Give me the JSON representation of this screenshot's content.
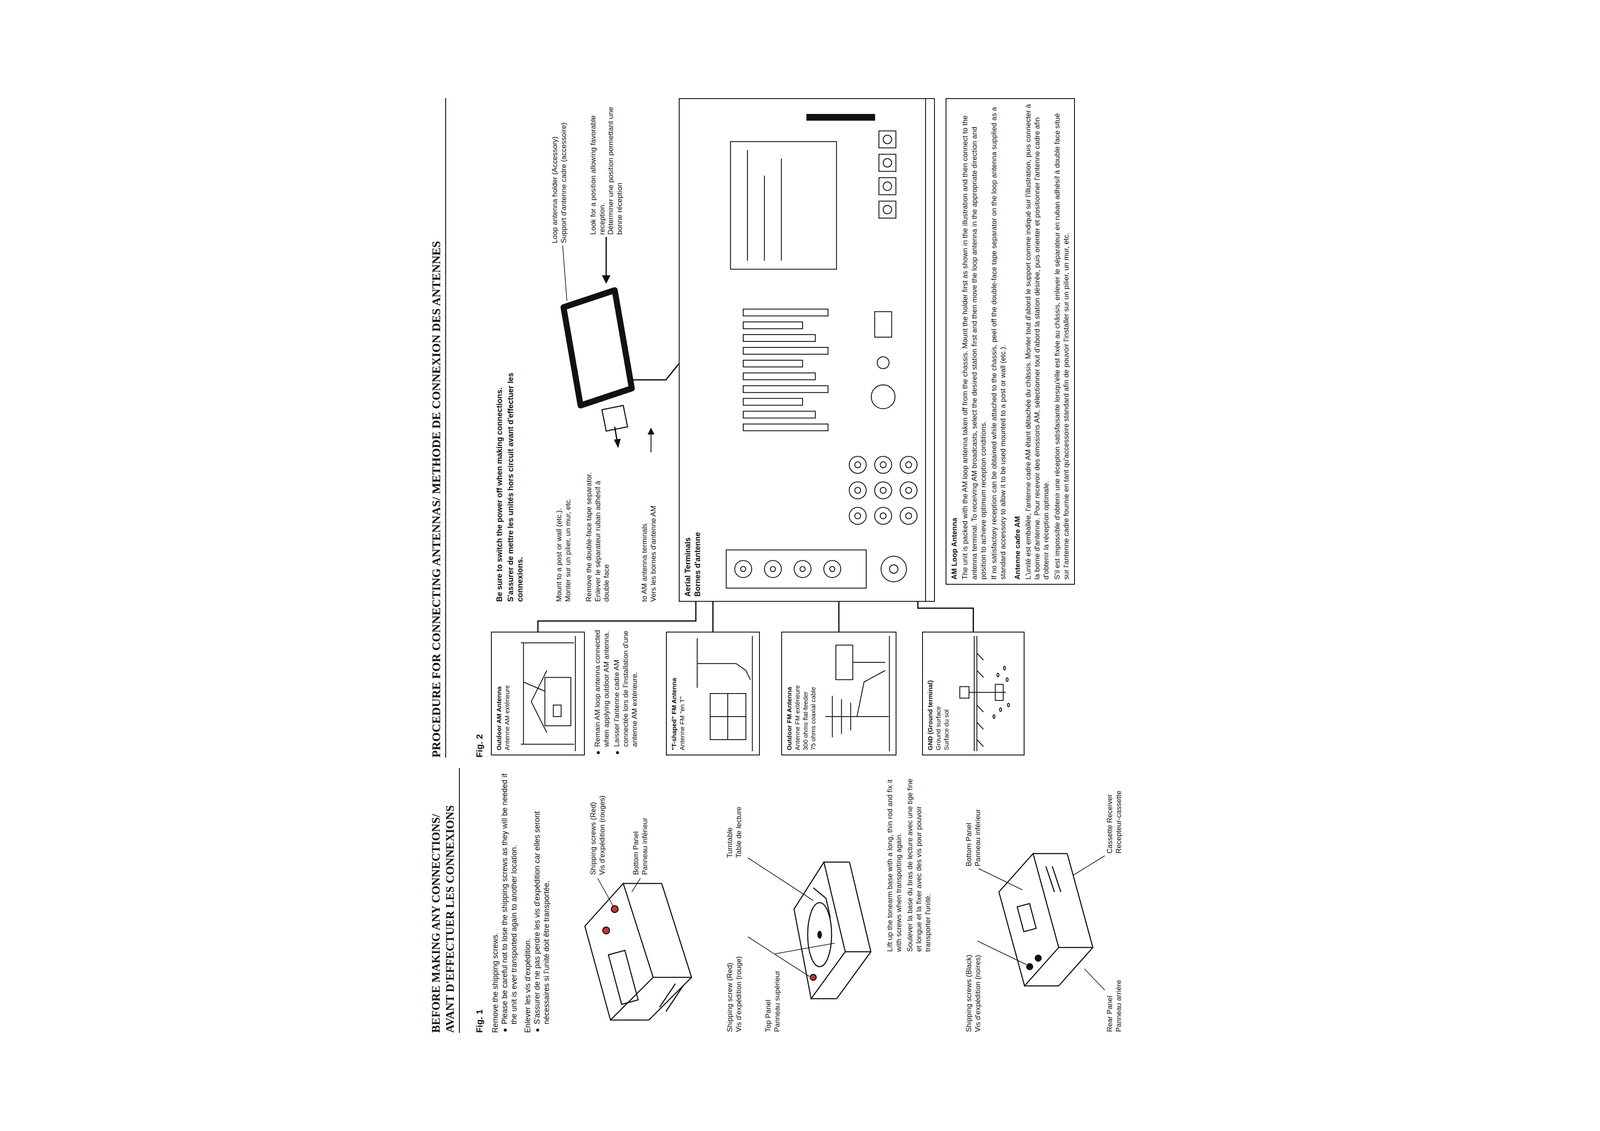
{
  "diagram": {
    "title": "PROCEDURE FOR CONNECTING ANTENNAS/ METHODE DE CONNEXION DES ANTENNES",
    "nodes": [
      {
        "text": [
          "Outdoor AM Antenna",
          "Antenne AM extérieure"
        ]
      },
      {
        "text": [
          "\"T-shaped\" FM Antenna",
          "Antenne FM \"en T\""
        ]
      },
      {
        "text": [
          "Outdoor FM Antenna",
          "Antenne FM extérieure",
          "300 ohms flat-feeder",
          "75 ohms coaxial cable"
        ]
      },
      {
        "text": [
          "GND (Ground terminal)",
          "Ground surface",
          "Surface du sol"
        ]
      },
      {
        "text": [
          "Aerial Terminals",
          "Bornes d'antenne"
        ]
      },
      {
        "text": [
          "AM Loop Antenna",
          "The unit is packed with the AM loop antenna taken off from the chassis. Mount the holder first as shown in the illustration and then connect to the antenna terminal. To receiving AM broadcasts, select the desired station first and then move the loop antenna in the appropriate direction and position to achieve optimum reception conditions.",
          "If no satisfactory reception can be obtained while attached to the chassis, peel off the double-face tape separator on the loop antenna supplied as a standard accessory to allow it to be used mounted to a post or wall (etc.).",
          "Antenne cadre AM",
          "L'unité est emballée, l'antenne cadre AM étant détachée du châssis. Monter tout d'abord le support comme indiqué sur l'illustration, puis connecter à la borne d'antenne. Pour recevoir des émissions AM, sélectionner tout d'abord la station désirée, puis orienter et positionner l'antenne cadre afin d'obtenir la réception optimale.",
          "S'il est impossible d'obtenir une réception satisfaisante lorsqu'elle est fixée au châssis, enlever le séparateur en ruban adhésif à double face situé sur l'antenne cadre fournie en tant qu'accessoire standard afin de pouvoir l'installer sur un pilier, un mur, etc."
        ]
      }
    ],
    "edges": [
      {
        "from": 0,
        "to": 4,
        "arrow": "none"
      },
      {
        "from": 1,
        "to": 4,
        "arrow": "none"
      },
      {
        "from": 2,
        "to": 4,
        "arrow": "none"
      },
      {
        "from": 3,
        "to": 4,
        "arrow": "none"
      }
    ],
    "labels": [
      "BEFORE MAKING ANY CONNECTIONS/",
      "AVANT D'EFFECTUER LES CONNEXIONS",
      "Fig. 1",
      "Remove the shipping screws.",
      "Please be careful not to lose the shipping screws as they will be needed if the unit is ever transported again to another location.",
      "Enlever les vis d'expédition.",
      "S'assurer de ne pas perdre les vis d'expédition car elles seront nécessaires si l'unité doit être transportée.",
      "Shipping screws (Red)",
      "Vis d'expédition (rouges)",
      "Bottom Panel",
      "Panneau inférieur",
      "Shipping screw (Red)",
      "Vis d'expédition (rouge)",
      "Top Panel",
      "Panneau supérieur",
      "Turntable",
      "Table de lecture",
      "Lift up the tonearm base with a long, thin rod and fix it with screws when transporting again.",
      "Soulever la base du bras de lecture avec une tige fine et longue et la fixer avec des vis pour pouvoir transporter l'unité.",
      "Shipping screws (Black)",
      "Vis d'expédition (noires)",
      "Bottom Panel",
      "Panneau inférieur",
      "Rear Panel",
      "Panneau arrière",
      "Cassette Receiver",
      "Recepteur-cassette",
      "Fig. 2",
      "Be sure to switch the power off when making connections.",
      "S'assurer de mettre les unités hors circuit avant d'effectuer les connexions.",
      "Remain AM loop antenna connected when applying outdoor AM antenna.",
      "Laisser l'antenne cadre AM connectée lors de l'installation d'une antenne AM extérieure.",
      "Mount to a post or wall (etc.).",
      "Monter sur un pilier, un mur, etc.",
      "Remove the double-face tape separator.",
      "Enlever le séparateur ruban adhésif à double face",
      "to AM antenna terminals",
      "Vers les bornes d'antenne AM",
      "Loop antenna holder (Accessory)",
      "Support d'antenne cadre (accessoire)",
      "Look for a position allowing favorable reception.",
      "Déterminer une position permettant une bonne réception"
    ]
  }
}
